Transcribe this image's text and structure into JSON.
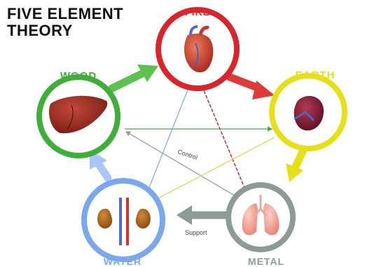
{
  "title": {
    "line1": "FIVE ELEMENT",
    "line2": "THEORY"
  },
  "elements": {
    "fire": {
      "label": "FIRE",
      "organ": "heart-icon",
      "color": "#d9252b"
    },
    "earth": {
      "label": "EARTH",
      "organ": "spleen-icon",
      "color": "#e6df1a"
    },
    "metal": {
      "label": "METAL",
      "organ": "lungs-icon",
      "color": "#8e9a98"
    },
    "water": {
      "label": "WATER",
      "organ": "kidneys-icon",
      "color": "#7aa7ee"
    },
    "wood": {
      "label": "WOOD",
      "organ": "liver-icon",
      "color": "#3fae3a"
    }
  },
  "cycle_labels": {
    "control": "Control",
    "support": "Support"
  }
}
